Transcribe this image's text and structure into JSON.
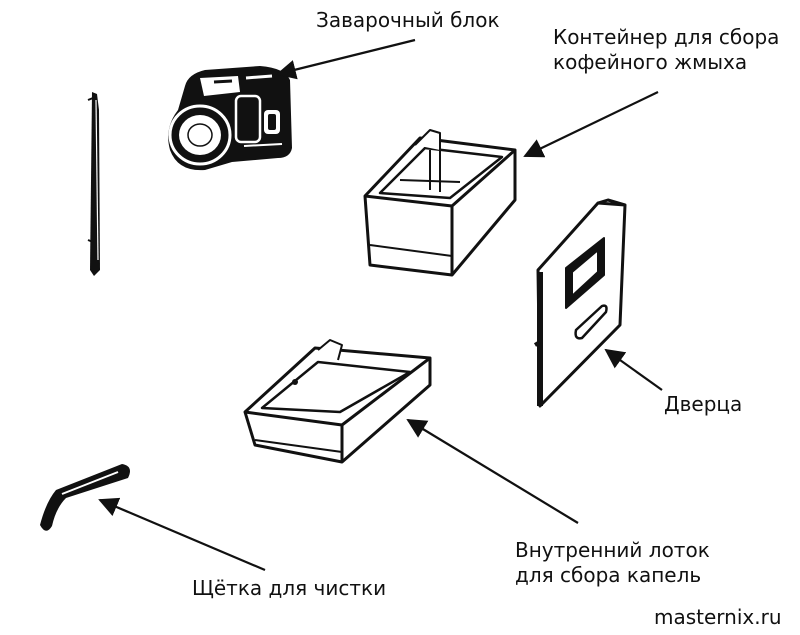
{
  "labels": {
    "brew_unit": "Заварочный блок",
    "container": [
      "Контейнер для сбора",
      "кофейного жмыха"
    ],
    "door": "Дверца",
    "drip_tray": [
      "Внутренний лоток",
      "для сбора капель"
    ],
    "brush": "Щётка для чистки"
  },
  "watermark": "masternix.ru",
  "colors": {
    "ink": "#111111",
    "background": "#ffffff"
  }
}
